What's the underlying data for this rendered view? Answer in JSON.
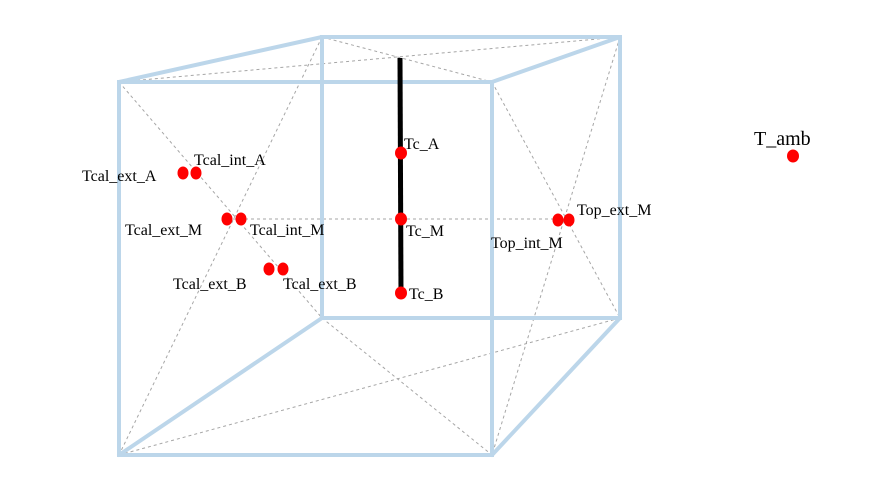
{
  "colors": {
    "cube_edge": "#bcd6ea",
    "dashed": "#a6a6a6",
    "sensor": "#ff0000",
    "rod": "#000000"
  },
  "sensors": {
    "tc_a": "Tc_A",
    "tc_m": "Tc_M",
    "tc_b": "Tc_B",
    "tcal_ext_a": "Tcal_ext_A",
    "tcal_int_a": "Tcal_int_A",
    "tcal_ext_m": "Tcal_ext_M",
    "tcal_int_m": "Tcal_int_M",
    "tcal_ext_b_1": "Tcal_ext_B",
    "tcal_ext_b_2": "Tcal_ext_B",
    "top_ext_m": "Top_ext_M",
    "top_int_m": "Top_int_M",
    "t_amb": "T_amb"
  }
}
